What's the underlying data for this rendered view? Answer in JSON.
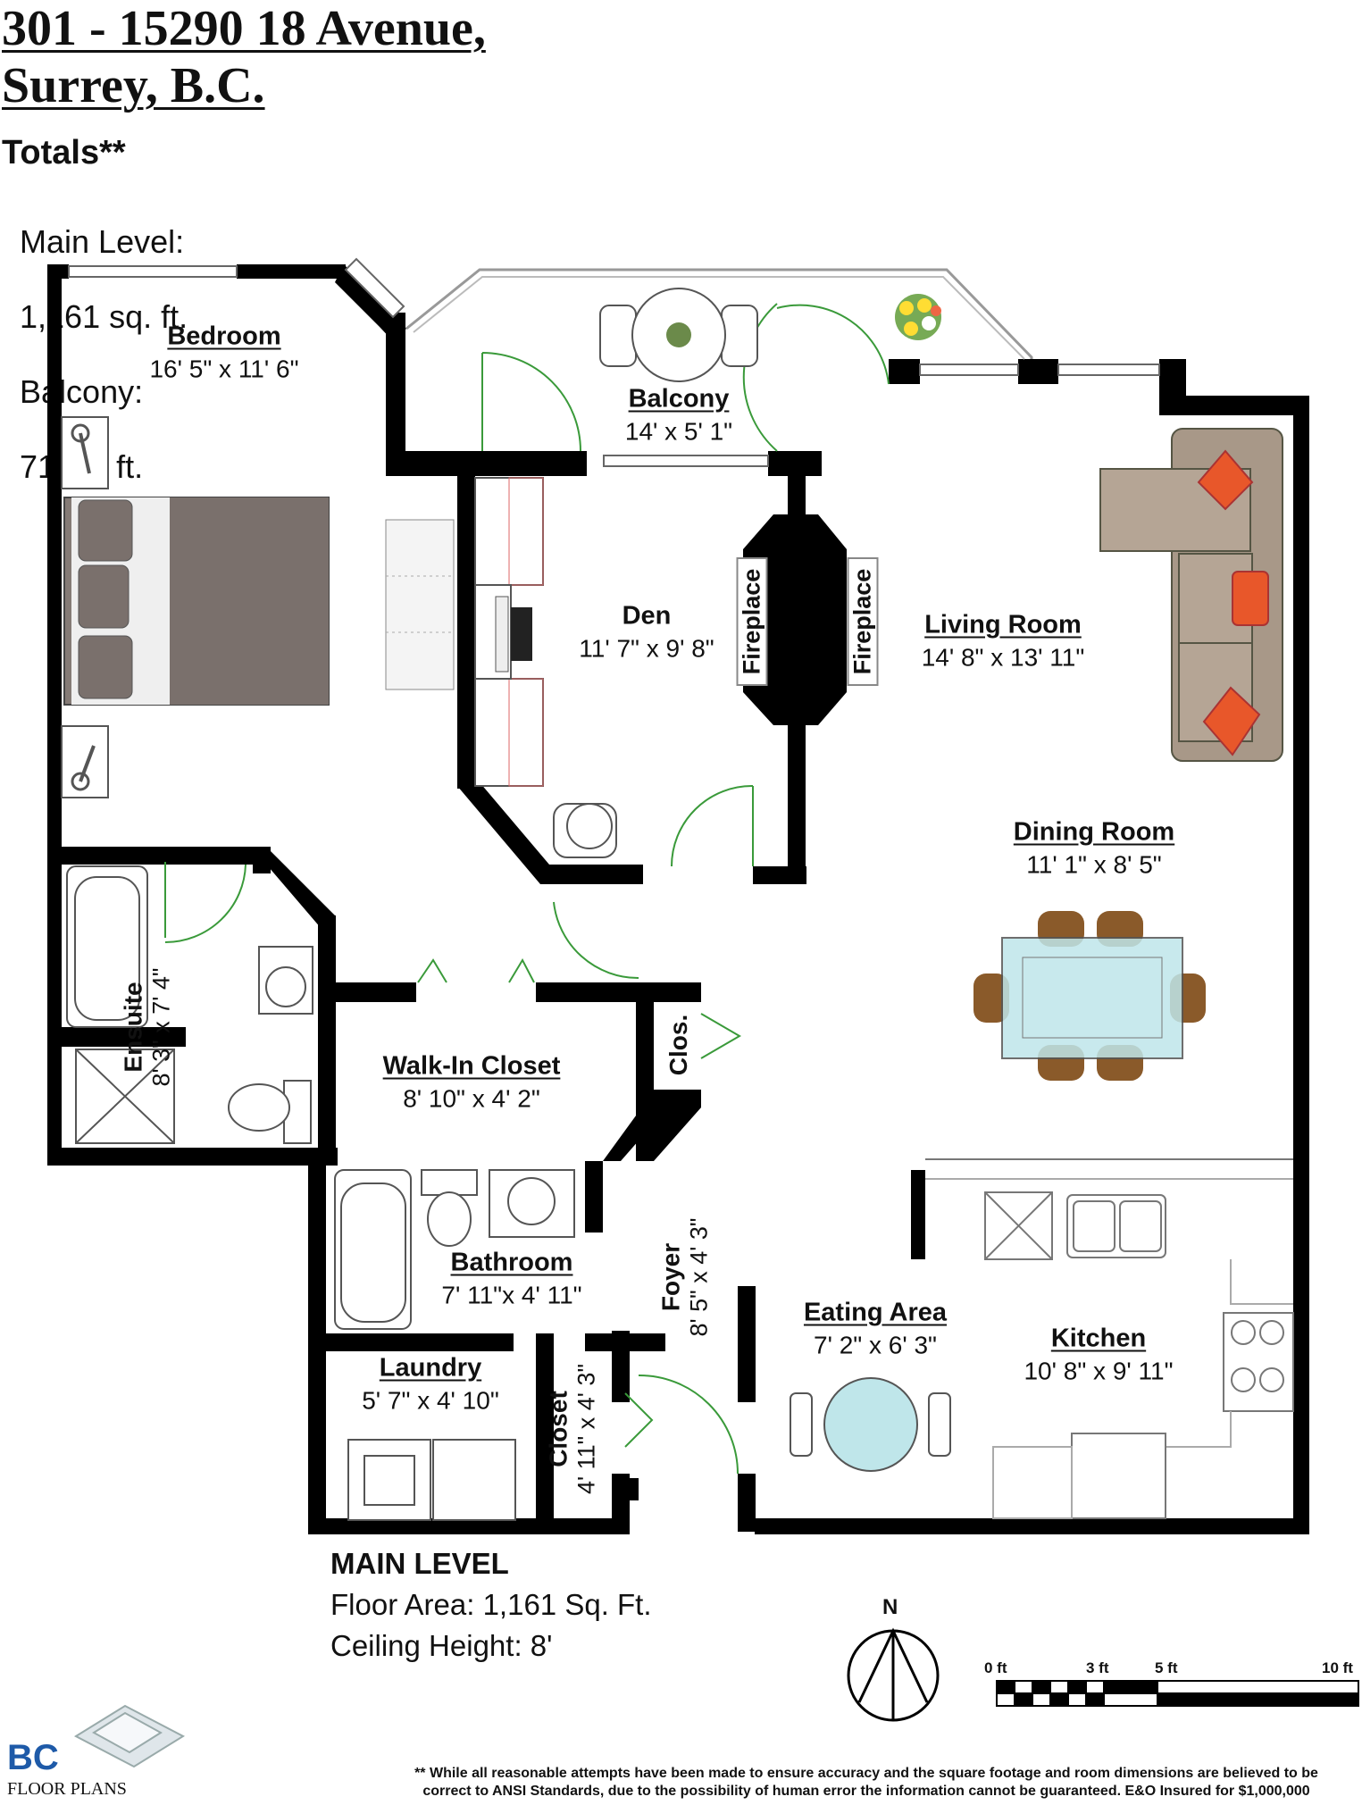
{
  "header": {
    "address_line1": "301 - 15290 18 Avenue,",
    "address_line2": "Surrey, B.C.",
    "totals_heading": "Totals**",
    "main_level_label": "Main Level:",
    "main_level_value": "1,161 sq. ft.",
    "balcony_label": "Balcony:",
    "balcony_value": "71 sq. ft."
  },
  "rooms": {
    "bedroom": {
      "name": "Bedroom",
      "dims": "16' 5\" x 11' 6\""
    },
    "balcony": {
      "name": "Balcony",
      "dims": "14' x 5' 1\""
    },
    "den": {
      "name": "Den",
      "dims": "11' 7\" x 9' 8\""
    },
    "living": {
      "name": "Living Room",
      "dims": "14' 8\" x 13' 11\""
    },
    "dining": {
      "name": "Dining Room",
      "dims": "11' 1\" x 8' 5\""
    },
    "ensuite": {
      "name": "Ensuite",
      "dims": "8' 3\" x 7' 4\""
    },
    "walkin": {
      "name": "Walk-In Closet",
      "dims": "8' 10\" x 4' 2\""
    },
    "clos": {
      "name": "Clos."
    },
    "bathroom": {
      "name": "Bathroom",
      "dims": "7' 11\"x 4' 11\""
    },
    "foyer": {
      "name": "Foyer",
      "dims": "8' 5\" x 4' 3\""
    },
    "eating": {
      "name": "Eating Area",
      "dims": "7' 2\" x 6' 3\""
    },
    "kitchen": {
      "name": "Kitchen",
      "dims": "10' 8\" x 9' 11\""
    },
    "laundry": {
      "name": "Laundry",
      "dims": "5' 7\" x 4' 10\""
    },
    "closet": {
      "name": "Closet",
      "dims": "4' 11\" x 4' 3\""
    },
    "fireplace_left": "Fireplace",
    "fireplace_right": "Fireplace"
  },
  "level_info": {
    "heading": "MAIN LEVEL",
    "floor_area": "Floor Area: 1,161 Sq. Ft.",
    "ceiling": "Ceiling Height: 8'"
  },
  "compass": {
    "north": "N"
  },
  "scale": {
    "labels": [
      "0 ft",
      "3 ft",
      "5 ft",
      "10 ft"
    ]
  },
  "logo": {
    "line1": "BC",
    "line2": "FLOOR PLANS"
  },
  "footer": {
    "line1": "** While all reasonable attempts have been made to ensure accuracy and the square footage and room dimensions are believed to be",
    "line2": "correct to ANSI Standards, due to the possibility of human error the information cannot be guaranteed. E&O Insured for $1,000,000"
  },
  "colors": {
    "wall": "#000000",
    "sofa": "#a89888",
    "pillow": "#e8572a",
    "bed": "#7a706c",
    "glass": "#bfe6ea",
    "chair": "#8a5a2a",
    "door_arc": "#3a9a3a"
  }
}
